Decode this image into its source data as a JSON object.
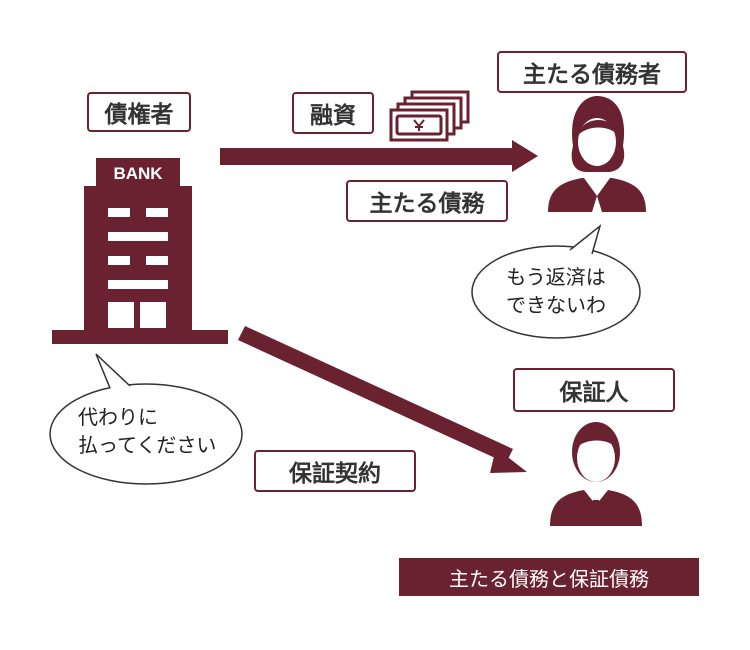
{
  "colors": {
    "accent": "#6b2230",
    "text": "#333333",
    "background": "#ffffff"
  },
  "labels": {
    "creditor": "債権者",
    "loan": "融資",
    "principal_debtor": "主たる債務者",
    "principal_debt": "主たる債務",
    "guarantor": "保証人",
    "guarantee_contract": "保証契約"
  },
  "bank": {
    "sign": "BANK"
  },
  "bubbles": {
    "debtor": {
      "line1": "もう返済は",
      "line2": "できないわ"
    },
    "creditor": {
      "line1": "代わりに",
      "line2": "払ってください"
    }
  },
  "caption": "主たる債務と保証債務",
  "icons": {
    "bank": "bank-building-icon",
    "money": "yen-banknote-stack-icon",
    "debtor": "woman-person-icon",
    "guarantor": "man-person-icon"
  }
}
